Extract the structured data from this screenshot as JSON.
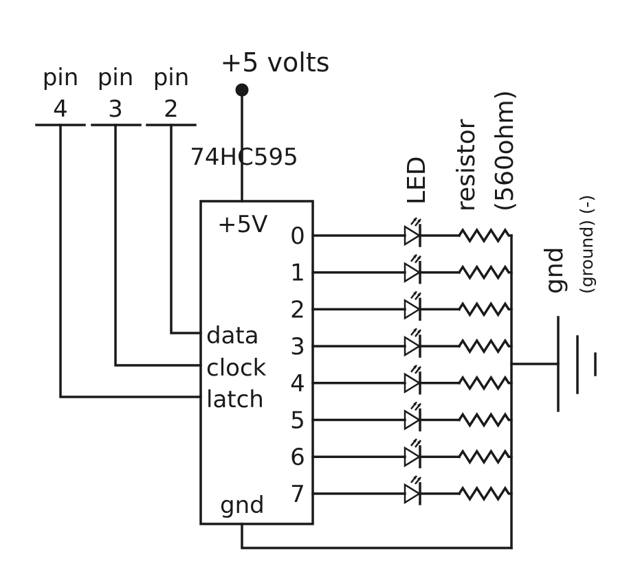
{
  "power": {
    "label": "+5 volts"
  },
  "pins": [
    {
      "word": "pin",
      "num": "4"
    },
    {
      "word": "pin",
      "num": "3"
    },
    {
      "word": "pin",
      "num": "2"
    }
  ],
  "chip": {
    "name": "74HC595",
    "vcc": "+5V",
    "gnd": "gnd",
    "inputs": [
      "data",
      "clock",
      "latch"
    ],
    "outputs": [
      "0",
      "1",
      "2",
      "3",
      "4",
      "5",
      "6",
      "7"
    ]
  },
  "led_label": "LED",
  "resistor": {
    "label": "resistor",
    "value": "(560ohm)"
  },
  "ground": {
    "label": "gnd",
    "sub": "(ground) (-)"
  }
}
